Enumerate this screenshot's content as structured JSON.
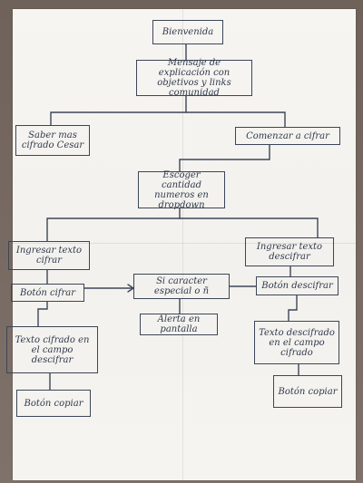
{
  "diagram": {
    "nodes": {
      "bienvenida": "Bienvenida",
      "mensaje": "Mensaje de explicación con objetivos y links comunidad",
      "saber_mas": "Saber mas cifrado Cesar",
      "comenzar": "Comenzar a cifrar",
      "escoger": "Escoger cantidad numeros en dropdown",
      "ingresar_cifrar": "Ingresar texto cifrar",
      "ingresar_descifrar": "Ingresar texto descifrar",
      "boton_cifrar": "Botón cifrar",
      "caracter_especial": "Si caracter especial o ñ",
      "boton_descifrar": "Botón descifrar",
      "alerta": "Alerta en pantalla",
      "texto_cifrado": "Texto cifrado en el campo descifrar",
      "texto_descifrado": "Texto descifrado en el campo cifrado",
      "boton_copiar_izq": "Botón copiar",
      "boton_copiar_der": "Botón copiar"
    }
  }
}
